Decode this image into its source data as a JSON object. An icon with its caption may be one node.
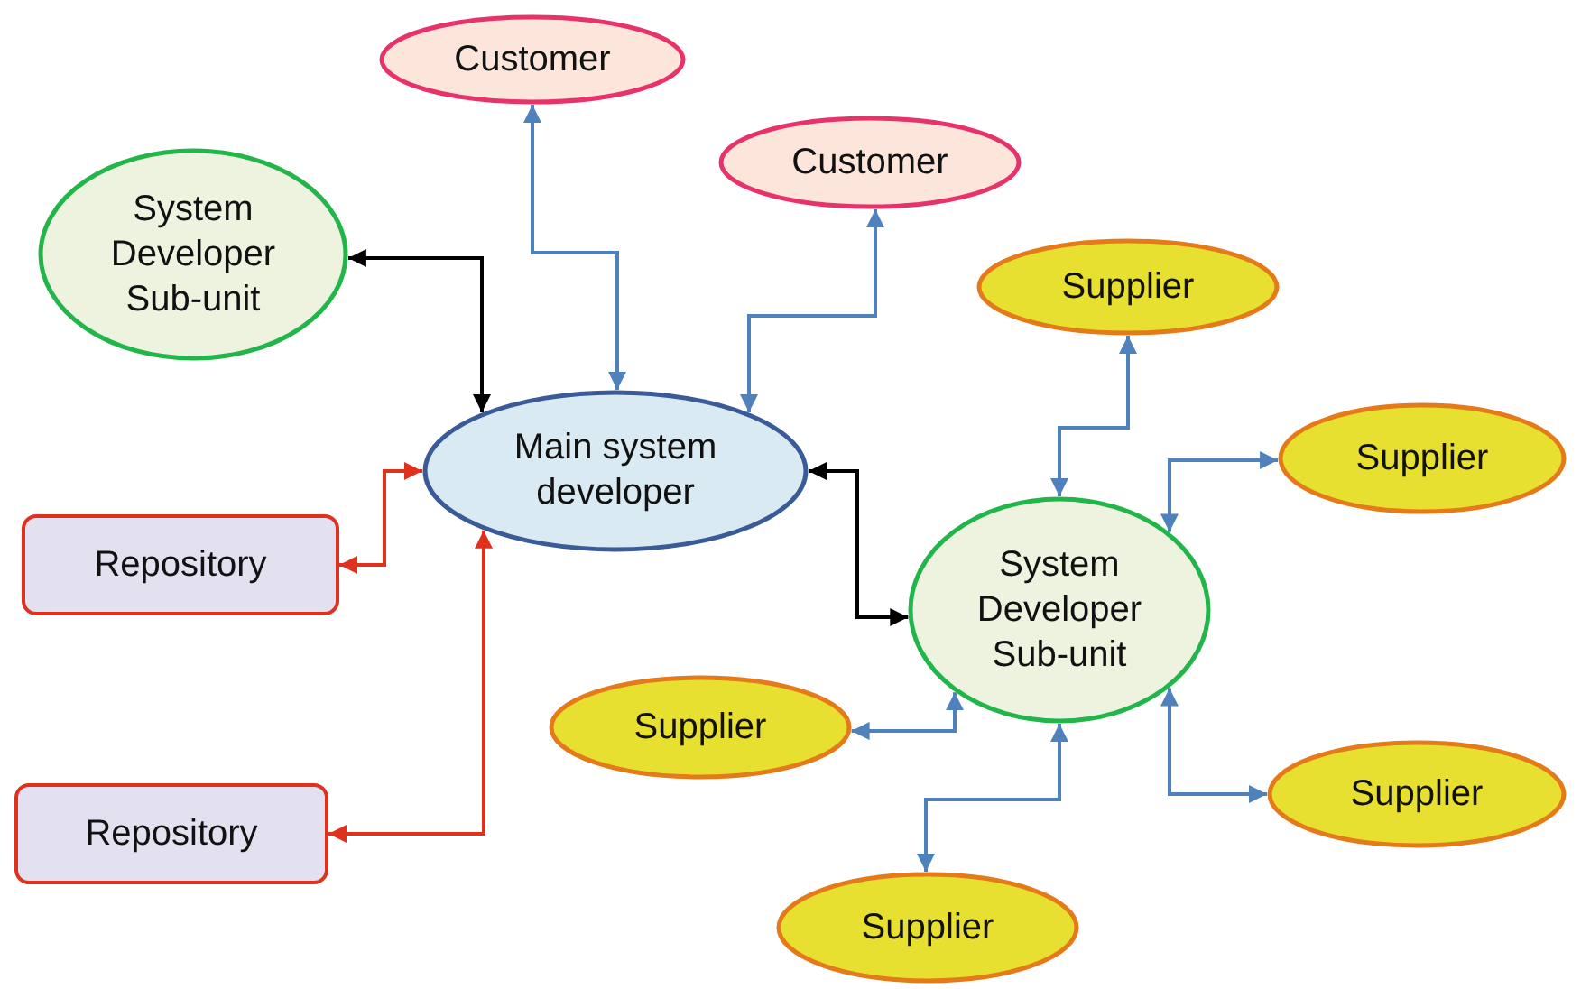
{
  "diagram": {
    "nodes": [
      {
        "text": [
          "Customer"
        ]
      },
      {
        "text": [
          "System Developer Sub-unit"
        ]
      },
      {
        "text": [
          "Customer"
        ]
      },
      {
        "text": [
          "Supplier"
        ]
      },
      {
        "text": [
          "Main system developer"
        ]
      },
      {
        "text": [
          "Supplier"
        ]
      },
      {
        "text": [
          "Repository"
        ]
      },
      {
        "text": [
          "System Developer Sub-unit"
        ]
      },
      {
        "text": [
          "Supplier"
        ]
      },
      {
        "text": [
          "Supplier"
        ]
      },
      {
        "text": [
          "Repository"
        ]
      },
      {
        "text": [
          "Supplier"
        ]
      }
    ],
    "edges": [
      {
        "from": 4,
        "to": 0,
        "arrow": "both"
      },
      {
        "from": 4,
        "to": 2,
        "arrow": "both"
      },
      {
        "from": 4,
        "to": 1,
        "arrow": "both",
        "color": "#000000"
      },
      {
        "from": 4,
        "to": 6,
        "arrow": "both",
        "color": "#e0301e"
      },
      {
        "from": 4,
        "to": 10,
        "arrow": "both",
        "color": "#e0301e"
      },
      {
        "from": 4,
        "to": 7,
        "arrow": "both",
        "color": "#000000"
      },
      {
        "from": 7,
        "to": 3,
        "arrow": "both"
      },
      {
        "from": 7,
        "to": 5,
        "arrow": "both"
      },
      {
        "from": 7,
        "to": 8,
        "arrow": "both"
      },
      {
        "from": 7,
        "to": 11,
        "arrow": "both"
      },
      {
        "from": 7,
        "to": 9,
        "arrow": "both"
      }
    ]
  }
}
